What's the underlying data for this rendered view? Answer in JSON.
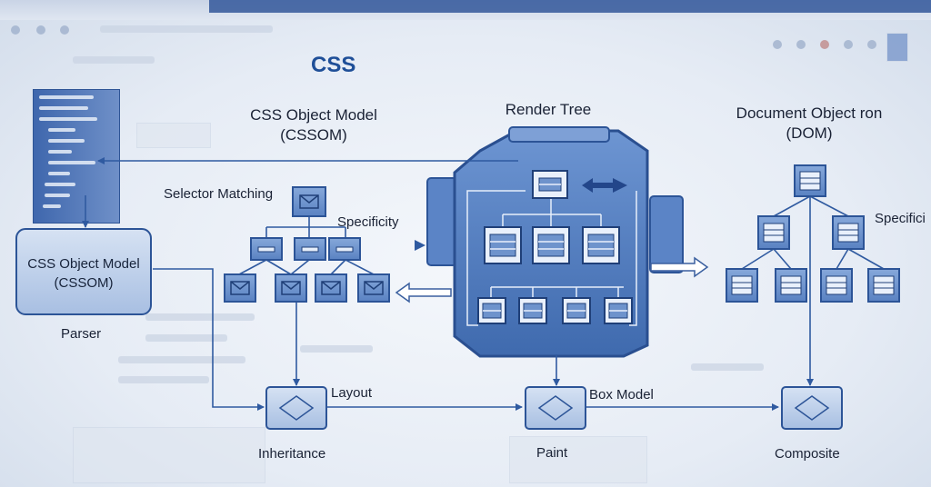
{
  "title": "CSS",
  "labels": {
    "cssom_heading_line1": "CSS Object Model",
    "cssom_heading_line2": "(CSSOM)",
    "render_tree": "Render Tree",
    "dom_heading_line1": "Document Object ron",
    "dom_heading_line2": "(DOM)",
    "selector_matching": "Selector Matching",
    "specificity_left": "Specificity",
    "specificity_right": "Specifici",
    "cssom_box_line1": "CSS Object Model",
    "cssom_box_line2": "(CSSOM)",
    "parser": "Parser",
    "layout": "Layout",
    "box_model": "Box Model",
    "inheritance": "Inheritance",
    "paint": "Paint",
    "composite": "Composite"
  },
  "colors": {
    "accent": "#2f5aa0",
    "node_fill": "#6e93cc",
    "node_stroke": "#2c5497",
    "render_body": "#4f79bd",
    "title": "#1f4f98"
  },
  "icons": {
    "cssom_nodes": "envelope-icon",
    "dom_nodes": "list-icon",
    "stage_nodes": "diamond-icon"
  }
}
